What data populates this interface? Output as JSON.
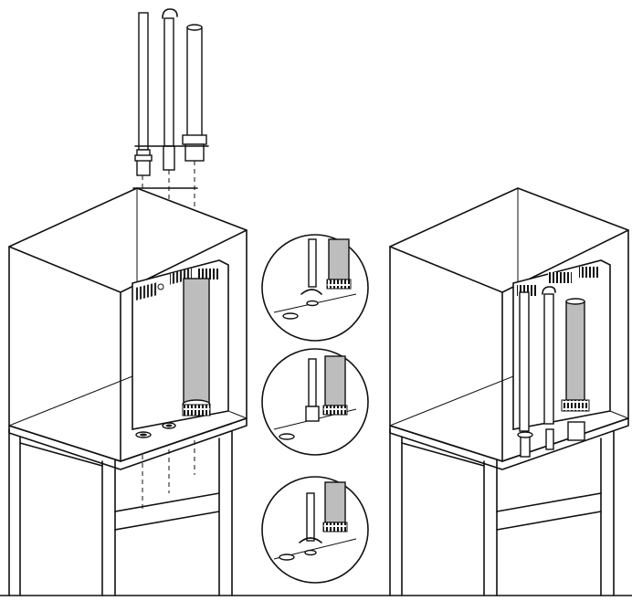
{
  "figure": {
    "panels": [
      "pipes-exploded",
      "tank-rear-chamber-before",
      "detail-step-1",
      "detail-step-2",
      "detail-step-3",
      "tank-rear-chamber-installed"
    ],
    "detail_count": 3
  },
  "colors": {
    "line": "#111111",
    "pipe_fill": "#bdbdbd",
    "background": "#ffffff"
  }
}
